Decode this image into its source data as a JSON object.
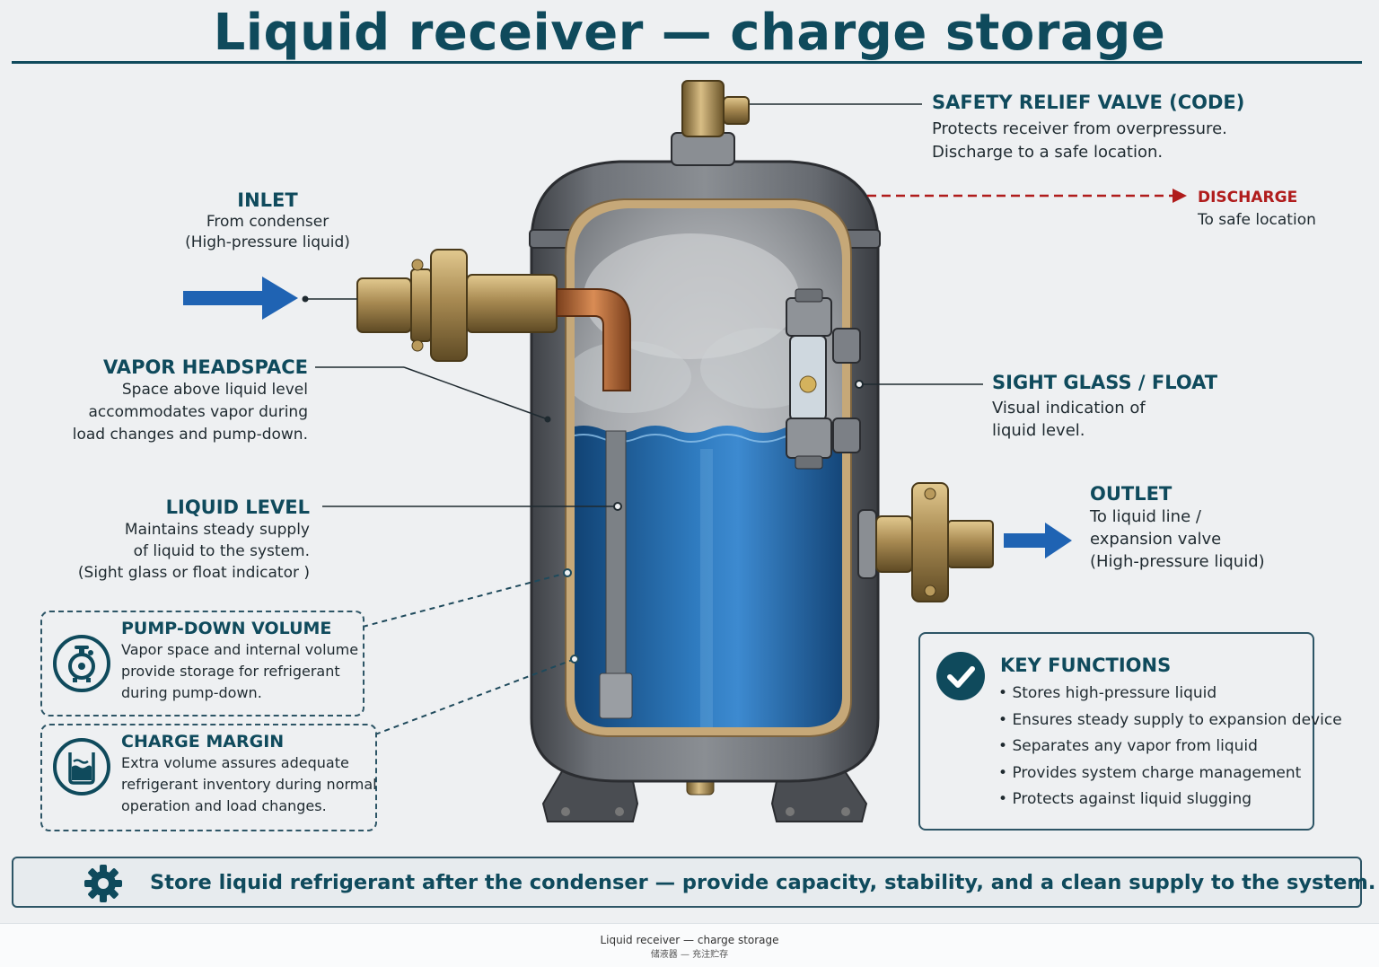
{
  "title": "Liquid receiver — charge storage",
  "labels": {
    "safety_valve": {
      "heading": "SAFETY RELIEF VALVE (CODE)",
      "lines": [
        "Protects receiver from overpressure.",
        "Discharge to a safe location."
      ]
    },
    "discharge": {
      "heading": "DISCHARGE",
      "text": "To safe location"
    },
    "inlet": {
      "heading": "INLET",
      "lines": [
        "From condenser",
        "(High-pressure liquid)"
      ]
    },
    "vapor_headspace": {
      "heading": "VAPOR HEADSPACE",
      "lines": [
        "Space above liquid level",
        "accommodates vapor during",
        "load changes and pump-down."
      ]
    },
    "sight_glass": {
      "heading": "SIGHT GLASS / FLOAT",
      "lines": [
        "Visual indication of",
        "liquid level."
      ]
    },
    "liquid_level": {
      "heading": "LIQUID LEVEL",
      "lines": [
        "Maintains steady supply",
        "of liquid to the system.",
        "(Sight glass or float indicator )"
      ]
    },
    "outlet": {
      "heading": "OUTLET",
      "lines": [
        "To liquid line /",
        "expansion valve",
        "(High-pressure liquid)"
      ]
    }
  },
  "callouts": {
    "pump_down": {
      "heading": "PUMP-DOWN VOLUME",
      "lines": [
        "Vapor space and internal volume",
        "provide storage for refrigerant",
        "during pump-down."
      ],
      "icon": "pump-gauge-icon"
    },
    "charge_margin": {
      "heading": "CHARGE MARGIN",
      "lines": [
        "Extra volume assures adequate",
        "refrigerant inventory during normal",
        "operation and load changes."
      ],
      "icon": "beaker-level-icon"
    }
  },
  "key_functions": {
    "heading": "KEY FUNCTIONS",
    "icon": "check-circle-icon",
    "items": [
      "Stores high-pressure liquid",
      "Ensures steady supply to expansion device",
      "Separates any vapor from liquid",
      "Provides system charge management",
      "Protects against liquid slugging"
    ]
  },
  "banner": {
    "icon": "gear-icon",
    "text": "Store liquid refrigerant after the condenser — provide capacity, stability, and a clean supply to the system."
  },
  "caption": {
    "line1": "Liquid receiver — charge storage",
    "line2": "储液器 — 充注贮存"
  },
  "colors": {
    "accent": "#0f4a5c",
    "arrow_blue": "#1f63b3",
    "discharge_red": "#b01c1c",
    "liquid": "#1f5f99",
    "brass": "#a88a52",
    "copper": "#b46b3c",
    "steel": "#5d6166"
  }
}
